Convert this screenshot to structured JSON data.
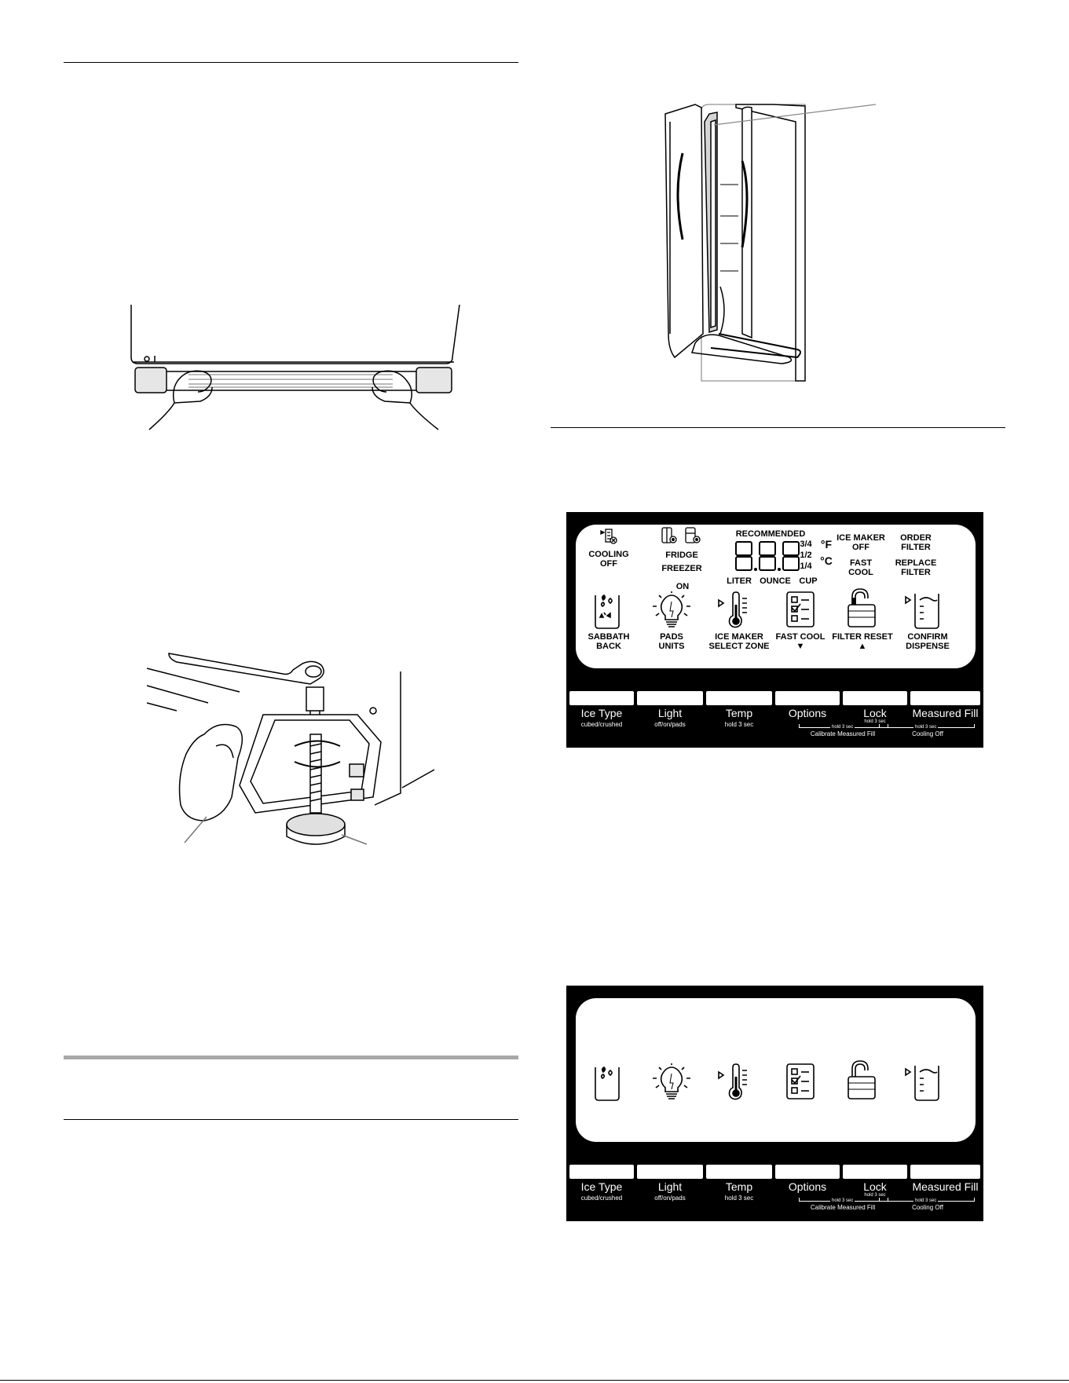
{
  "panel_full": {
    "icons_top": [
      "cooling-off-icon",
      "fridge-icon",
      "freezer-icon"
    ],
    "cooling_off": [
      "COOLING",
      "OFF"
    ],
    "fridge_freezer": [
      "FRIDGE",
      "FREEZER"
    ],
    "recommended": "RECOMMENDED",
    "segment_display": "8.8.8",
    "fractions": [
      "3/4",
      "1/2",
      "1/4"
    ],
    "unit_f": "°F",
    "unit_c": "°C",
    "volume_units": [
      "LITER",
      "OUNCE",
      "CUP"
    ],
    "ice_maker_off": [
      "ICE MAKER",
      "OFF"
    ],
    "fast_cool_status": [
      "FAST",
      "COOL"
    ],
    "order_filter": [
      "ORDER",
      "FILTER"
    ],
    "replace_filter": [
      "REPLACE",
      "FILTER"
    ],
    "on": "ON",
    "bottom_labels": [
      [
        "SABBATH",
        "BACK"
      ],
      [
        "PADS",
        "UNITS"
      ],
      [
        "ICE MAKER",
        "SELECT ZONE"
      ],
      [
        "FAST COOL",
        "▼"
      ],
      [
        "FILTER RESET",
        "▲"
      ],
      [
        "CONFIRM",
        "DISPENSE"
      ]
    ]
  },
  "buttons": [
    {
      "label": "Ice Type",
      "sub": "cubed/crushed"
    },
    {
      "label": "Light",
      "sub": "off/on/pads"
    },
    {
      "label": "Temp",
      "sub": "hold 3 sec"
    },
    {
      "label": "Options",
      "sub": ""
    },
    {
      "label": "Lock",
      "sub": "hold 3 sec"
    },
    {
      "label": "Measured Fill",
      "sub": ""
    }
  ],
  "combos": {
    "hold_left": "hold 3 sec",
    "hold_right": "hold 3 sec",
    "calibrate": "Calibrate Measured Fill",
    "cooling_off": "Cooling Off"
  },
  "colors": {
    "panel_bg": "#000000",
    "panel_inner": "#ffffff",
    "line_gray": "#a8a8a8"
  }
}
